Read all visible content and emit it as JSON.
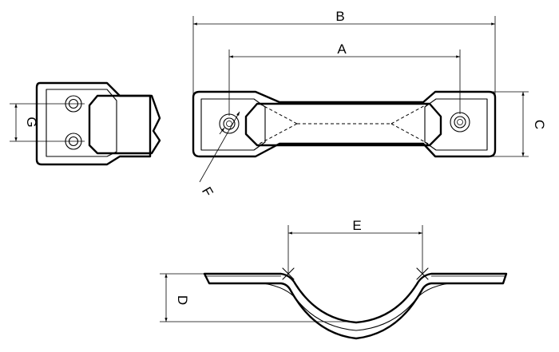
{
  "dimensions": {
    "A": "A",
    "B": "B",
    "C": "C",
    "D": "D",
    "E": "E",
    "F": "F",
    "G": "G"
  }
}
